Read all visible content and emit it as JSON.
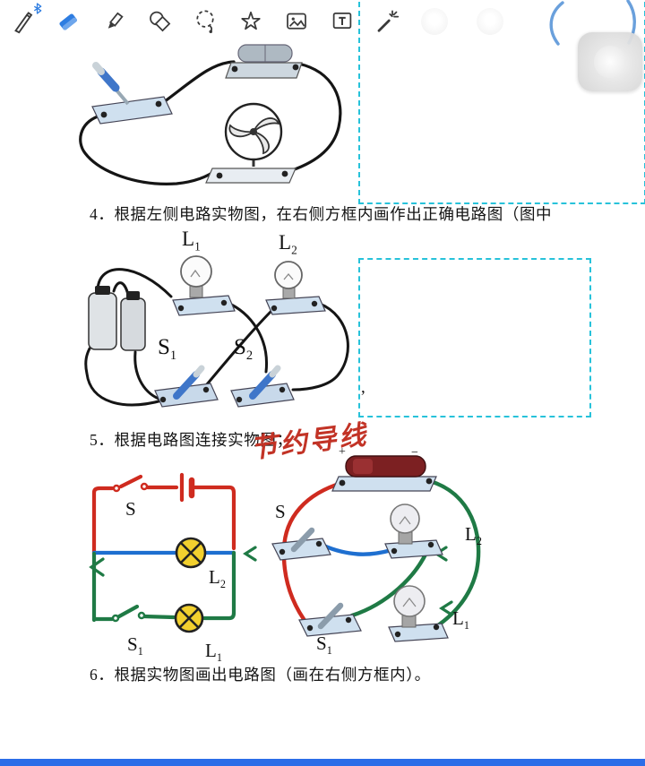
{
  "window": {
    "bottom_bar_color": "#2b6de8",
    "answer_box_border_color": "#27c2da"
  },
  "toolbar": {
    "selected_tool": "eraser",
    "tools": [
      {
        "id": "pen",
        "icon": "pen-icon"
      },
      {
        "id": "eraser",
        "icon": "eraser-icon"
      },
      {
        "id": "highlighter",
        "icon": "highlighter-icon"
      },
      {
        "id": "shapes",
        "icon": "shapes-icon"
      },
      {
        "id": "lasso",
        "icon": "lasso-icon"
      },
      {
        "id": "sticker",
        "icon": "star-icon"
      },
      {
        "id": "image",
        "icon": "image-icon"
      },
      {
        "id": "text",
        "icon": "text-box-icon"
      },
      {
        "id": "laser",
        "icon": "laser-pointer-icon"
      }
    ],
    "status_icon": "bluetooth-icon"
  },
  "worksheet": {
    "questions": {
      "q4": "4．根据左侧电路实物图，在右侧方框内画作出正确电路图（图中",
      "q5": "5．根据电路图连接实物图；",
      "q6": "6．根据实物图画出电路图（画在右侧方框内）。"
    },
    "comma_mark": ",",
    "component_labels": {
      "lamp1": {
        "main": "L",
        "sub": "1"
      },
      "lamp2": {
        "main": "L",
        "sub": "2"
      },
      "switch": {
        "main": "S",
        "sub": ""
      },
      "switch1": {
        "main": "S",
        "sub": "1"
      },
      "switch2": {
        "main": "S",
        "sub": "2"
      }
    },
    "battery_marks": {
      "plus": "+",
      "minus": "−"
    }
  },
  "annotations": {
    "handwriting_red": "节约导线",
    "ink_colors": {
      "red": "#cf2b1f",
      "blue": "#1e6fd0",
      "green": "#1f7a45",
      "lamp_yellow": "#f2d02e"
    }
  }
}
